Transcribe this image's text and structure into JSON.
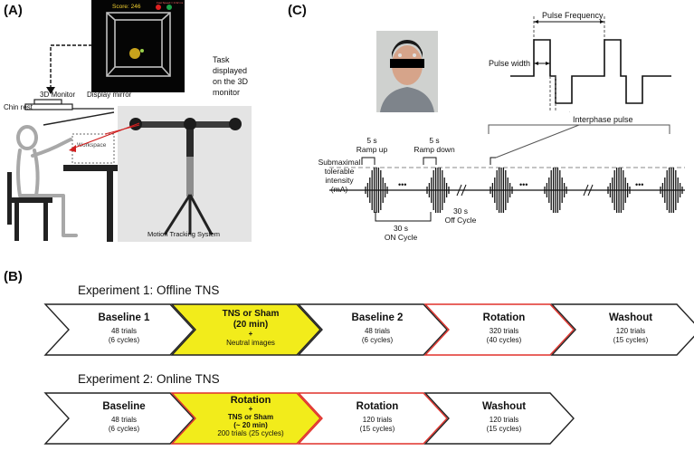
{
  "panel_a": {
    "label": "(A)",
    "score_text": "Score: 246",
    "speed_text": "Fast Speed = 0.32 ms",
    "task_caption": [
      "Task",
      "displayed",
      "on the 3D",
      "monitor"
    ],
    "monitor_label": "3D Monitor",
    "mirror_label": "Display mirror",
    "chin_rest_label": "Chin rest",
    "workspace_label": "Workspace",
    "motion_label": "Motion Tracking System"
  },
  "panel_c": {
    "label": "(C)",
    "pulse_frequency": "Pulse Frequency",
    "pulse_width": "Pulse width",
    "interphase_pulse": "Interphase pulse",
    "intensity_label": [
      "Submaximal",
      "tolerable",
      "intensity",
      "(mA)"
    ],
    "ramp_up": [
      "5 s",
      "Ramp up"
    ],
    "ramp_down": [
      "5 s",
      "Ramp down"
    ],
    "off_cycle": [
      "30 s",
      "Off Cycle"
    ],
    "on_cycle": [
      "30 s",
      "ON Cycle"
    ],
    "ellipsis": "•••"
  },
  "panel_b": {
    "label": "(B)",
    "experiment1": {
      "title": "Experiment 1: Offline TNS",
      "stages": [
        {
          "title": "Baseline 1",
          "lines": [
            "48 trials",
            "(6 cycles)"
          ],
          "fill": "#ffffff",
          "stroke": "#222222"
        },
        {
          "title": "TNS or Sham",
          "title2": "(20 min)",
          "lines": [
            "+",
            "Neutral images"
          ],
          "fill": "#f2ec1b",
          "stroke": "#222222"
        },
        {
          "title": "Baseline 2",
          "lines": [
            "48 trials",
            "(6 cycles)"
          ],
          "fill": "#ffffff",
          "stroke": "#222222"
        },
        {
          "title": "Rotation",
          "lines": [
            "320 trials",
            "(40 cycles)"
          ],
          "fill": "#ffffff",
          "stroke": "#e0312a"
        },
        {
          "title": "Washout",
          "lines": [
            "120 trials",
            "(15 cycles)"
          ],
          "fill": "#ffffff",
          "stroke": "#222222"
        }
      ]
    },
    "experiment2": {
      "title": "Experiment 2: Online TNS",
      "stages": [
        {
          "title": "Baseline",
          "lines": [
            "48 trials",
            "(6 cycles)"
          ],
          "fill": "#ffffff",
          "stroke": "#222222"
        },
        {
          "title": "Rotation",
          "lines": [
            "+",
            "TNS or Sham",
            "(~ 20 min)",
            "200 trials (25 cycles)"
          ],
          "fill": "#f2ec1b",
          "stroke": "#e0312a"
        },
        {
          "title": "Rotation",
          "lines": [
            "120 trials",
            "(15 cycles)"
          ],
          "fill": "#ffffff",
          "stroke": "#e0312a"
        },
        {
          "title": "Washout",
          "lines": [
            "120 trials",
            "(15 cycles)"
          ],
          "fill": "#ffffff",
          "stroke": "#222222"
        }
      ]
    }
  }
}
